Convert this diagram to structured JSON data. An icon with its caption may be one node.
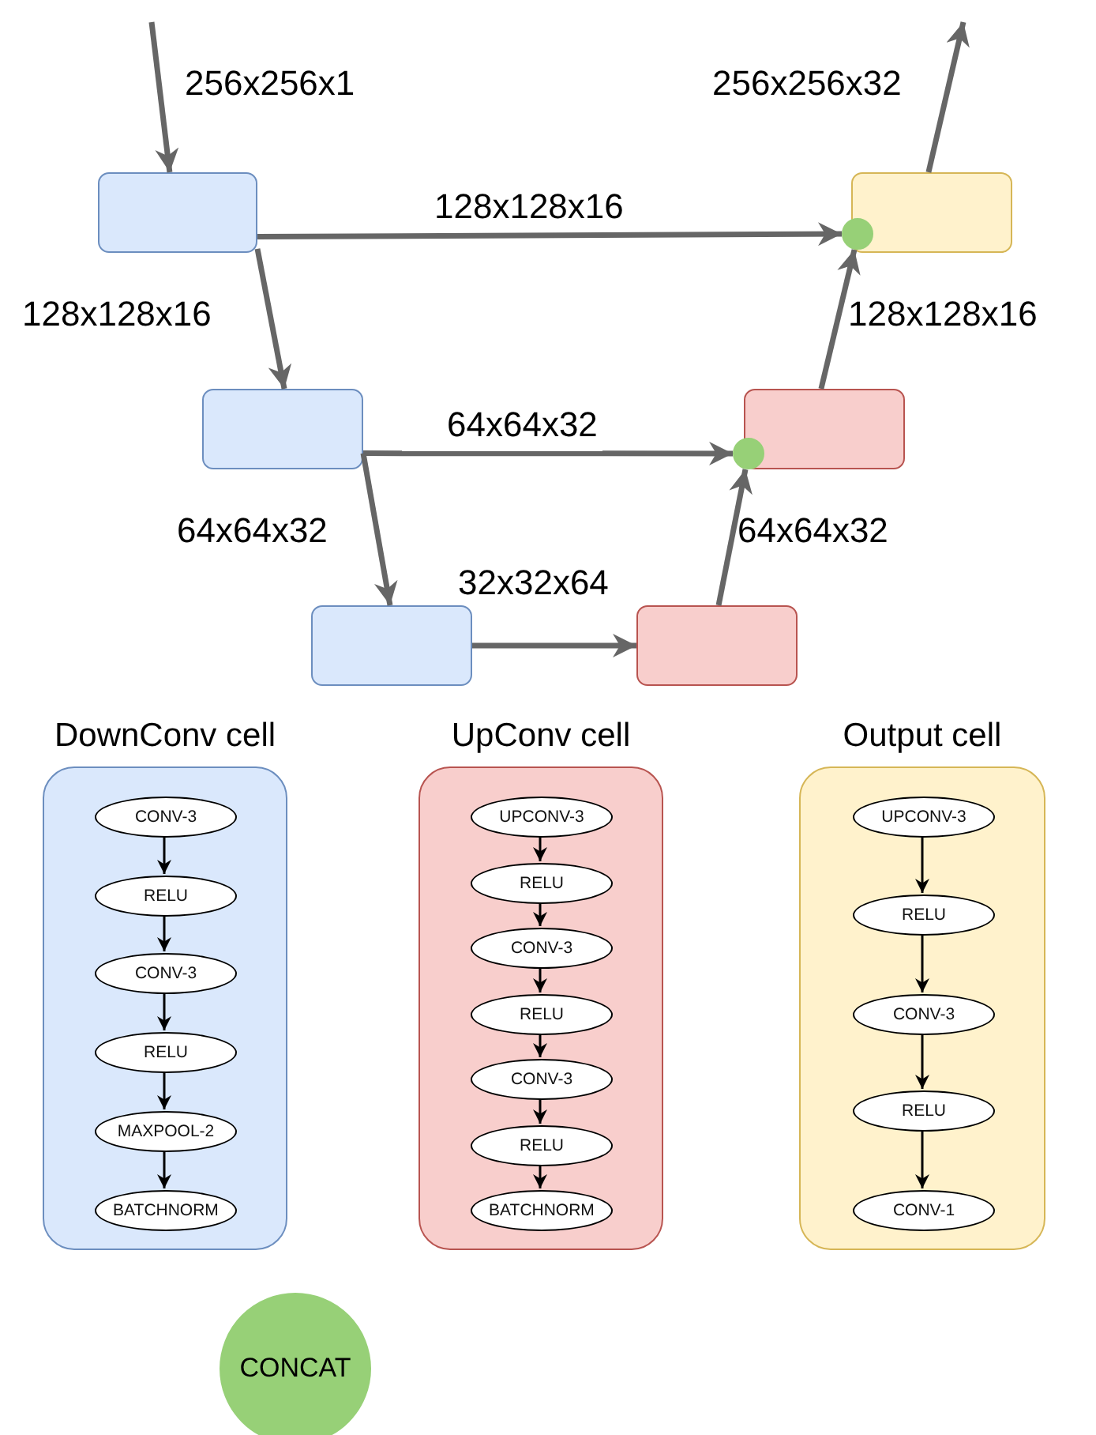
{
  "diagram": {
    "nodes": [
      {
        "text": [],
        "shape": "box"
      },
      {
        "text": [],
        "shape": "box"
      },
      {
        "text": [],
        "shape": "box"
      },
      {
        "text": [],
        "shape": "box"
      },
      {
        "text": [],
        "shape": "box"
      },
      {
        "text": [],
        "shape": "box"
      },
      {
        "text": [],
        "shape": "circle"
      },
      {
        "text": [],
        "shape": "circle"
      },
      {
        "text": [
          "DownConv cell"
        ]
      },
      {
        "text": [
          "CONV-3"
        ],
        "in": 8
      },
      {
        "text": [
          "RELU"
        ],
        "in": 8
      },
      {
        "text": [
          "CONV-3"
        ],
        "in": 8
      },
      {
        "text": [
          "RELU"
        ],
        "in": 8
      },
      {
        "text": [
          "MAXPOOL-2"
        ],
        "in": 8
      },
      {
        "text": [
          "BATCHNORM"
        ],
        "in": 8
      },
      {
        "text": [
          "UpConv cell"
        ]
      },
      {
        "text": [
          "UPCONV-3"
        ],
        "in": 15
      },
      {
        "text": [
          "RELU"
        ],
        "in": 15
      },
      {
        "text": [
          "CONV-3"
        ],
        "in": 15
      },
      {
        "text": [
          "RELU"
        ],
        "in": 15
      },
      {
        "text": [
          "CONV-3"
        ],
        "in": 15
      },
      {
        "text": [
          "RELU"
        ],
        "in": 15
      },
      {
        "text": [
          "BATCHNORM"
        ],
        "in": 15
      },
      {
        "text": [
          "Output cell"
        ]
      },
      {
        "text": [
          "UPCONV-3"
        ],
        "in": 23
      },
      {
        "text": [
          "RELU"
        ],
        "in": 23
      },
      {
        "text": [
          "CONV-3"
        ],
        "in": 23
      },
      {
        "text": [
          "RELU"
        ],
        "in": 23
      },
      {
        "text": [
          "CONV-1"
        ],
        "in": 23
      },
      {
        "text": [
          "CONCAT"
        ]
      }
    ],
    "edges": [
      {
        "from": null,
        "to": 0,
        "arrow": "to",
        "label": "256x256x1",
        "style": "thick",
        "color": "#666666"
      },
      {
        "from": 0,
        "to": 6,
        "arrow": "to",
        "label": "128x128x16",
        "style": "thick",
        "color": "#666666"
      },
      {
        "from": 0,
        "to": 1,
        "arrow": "to",
        "label": "128x128x16",
        "style": "thick",
        "color": "#666666"
      },
      {
        "from": 1,
        "to": 7,
        "arrow": "to",
        "label": "64x64x32",
        "style": "thick",
        "color": "#666666"
      },
      {
        "from": 1,
        "to": 2,
        "arrow": "to",
        "label": "64x64x32",
        "style": "thick",
        "color": "#666666"
      },
      {
        "from": 2,
        "to": 3,
        "arrow": "to",
        "label": "32x32x64",
        "style": "thick",
        "color": "#666666"
      },
      {
        "from": 3,
        "to": 7,
        "arrow": "to",
        "label": "64x64x32",
        "style": "thick",
        "color": "#666666"
      },
      {
        "from": 4,
        "to": 6,
        "arrow": "to",
        "label": "128x128x16",
        "style": "thick",
        "color": "#666666"
      },
      {
        "from": 5,
        "to": null,
        "arrow": "to",
        "label": "256x256x32",
        "style": "thick",
        "color": "#666666"
      },
      {
        "from": 9,
        "to": 10,
        "arrow": "to"
      },
      {
        "from": 10,
        "to": 11,
        "arrow": "to"
      },
      {
        "from": 11,
        "to": 12,
        "arrow": "to"
      },
      {
        "from": 12,
        "to": 13,
        "arrow": "to"
      },
      {
        "from": 13,
        "to": 14,
        "arrow": "to"
      },
      {
        "from": 16,
        "to": 17,
        "arrow": "to"
      },
      {
        "from": 17,
        "to": 18,
        "arrow": "to"
      },
      {
        "from": 18,
        "to": 19,
        "arrow": "to"
      },
      {
        "from": 19,
        "to": 20,
        "arrow": "to"
      },
      {
        "from": 20,
        "to": 21,
        "arrow": "to"
      },
      {
        "from": 21,
        "to": 22,
        "arrow": "to"
      },
      {
        "from": 24,
        "to": 25,
        "arrow": "to"
      },
      {
        "from": 25,
        "to": 26,
        "arrow": "to"
      },
      {
        "from": 26,
        "to": 27,
        "arrow": "to"
      },
      {
        "from": 27,
        "to": 28,
        "arrow": "to"
      }
    ]
  }
}
